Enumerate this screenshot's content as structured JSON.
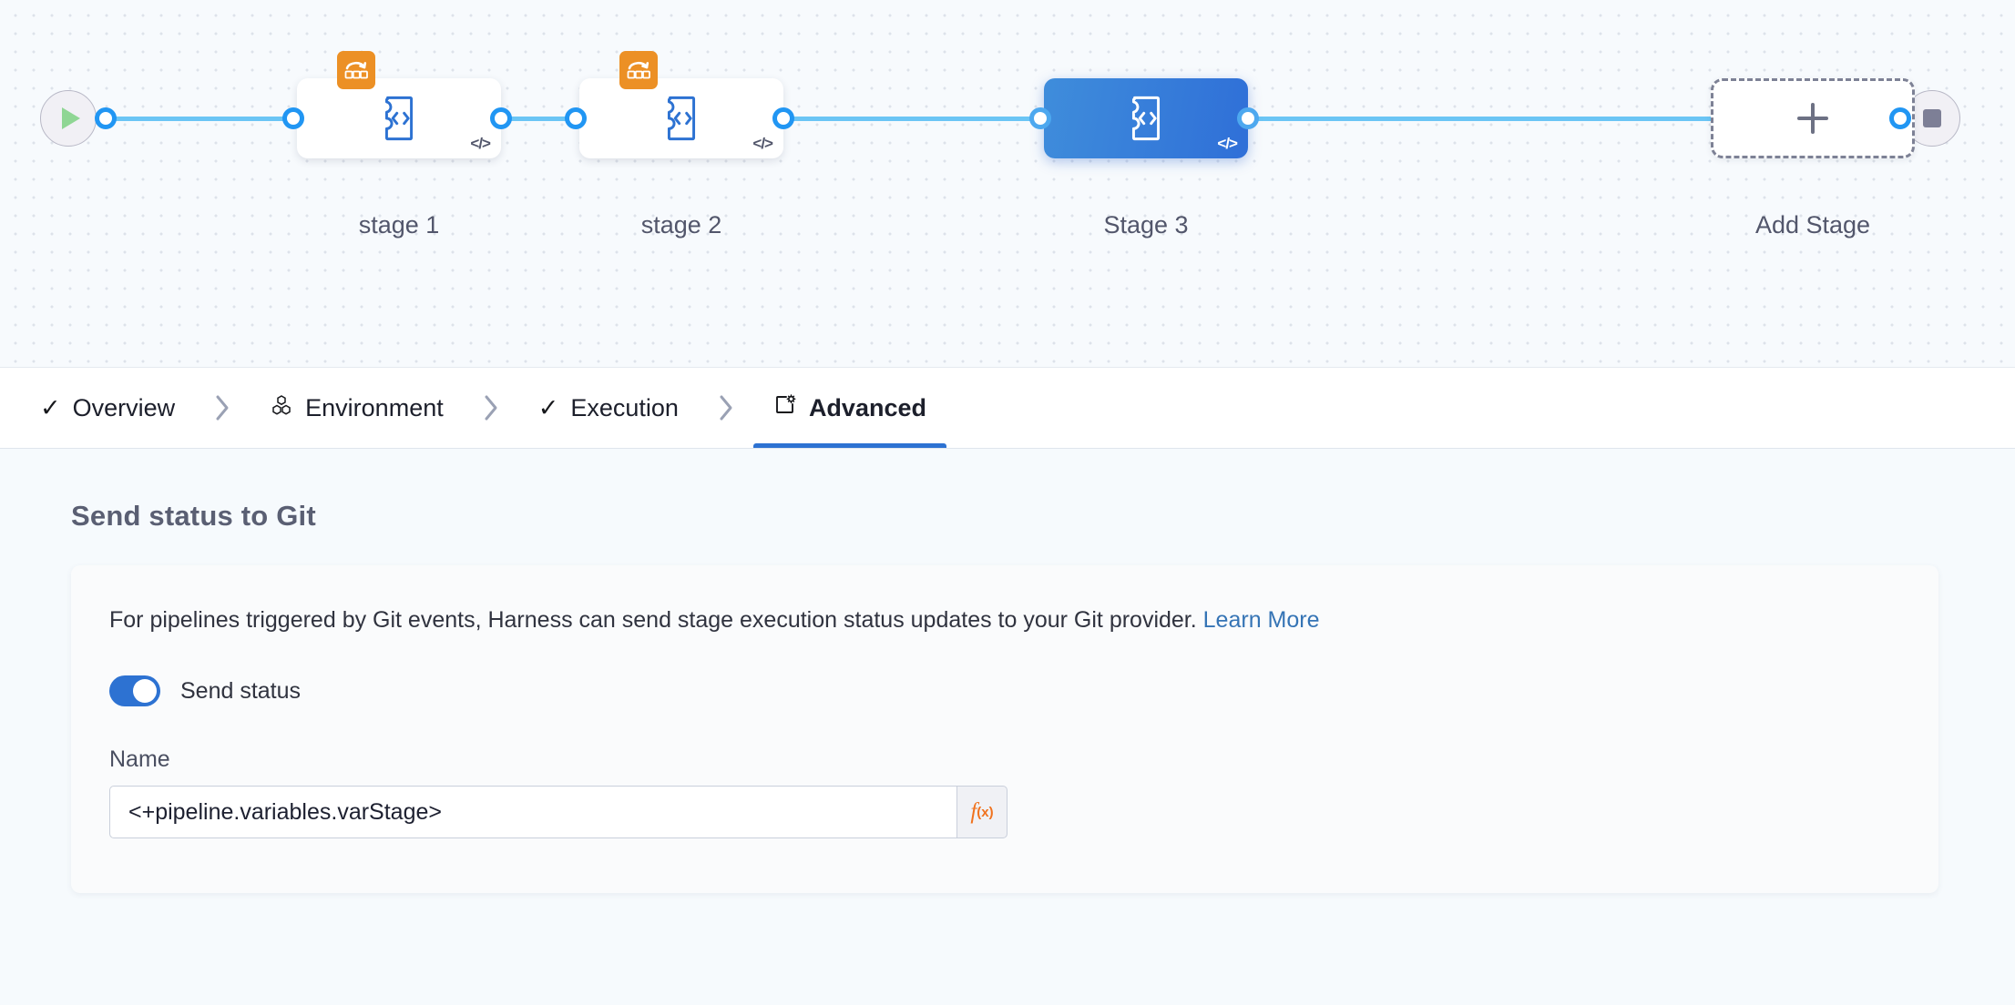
{
  "pipeline": {
    "start_node": {
      "icon": "play-icon",
      "name": "pipeline-start"
    },
    "end_node": {
      "icon": "stop-icon",
      "name": "pipeline-end"
    },
    "stages": [
      {
        "label": "stage 1",
        "icon": "custom-stage-icon",
        "badge_icon": "matrix-strategy-icon",
        "corner_icon": "code-icon",
        "selected": false
      },
      {
        "label": "stage 2",
        "icon": "custom-stage-icon",
        "badge_icon": "matrix-strategy-icon",
        "corner_icon": "code-icon",
        "selected": false
      },
      {
        "label": "Stage 3",
        "icon": "custom-stage-icon",
        "badge_icon": null,
        "corner_icon": "code-icon",
        "selected": true
      }
    ],
    "add_stage": {
      "label": "Add Stage",
      "icon": "plus-icon"
    }
  },
  "tabs": [
    {
      "label": "Overview",
      "icon": "check-icon",
      "active": false
    },
    {
      "label": "Environment",
      "icon": "cluster-icon",
      "active": false
    },
    {
      "label": "Execution",
      "icon": "check-icon",
      "active": false
    },
    {
      "label": "Advanced",
      "icon": "advanced-icon",
      "active": true
    }
  ],
  "tab_separator": "›",
  "main": {
    "section_title": "Send status to Git",
    "description": "For pipelines triggered by Git events, Harness can send stage execution status updates to your Git provider.",
    "learn_more": "Learn More",
    "toggle": {
      "label": "Send status",
      "on": true
    },
    "name_field": {
      "label": "Name",
      "value": "<+pipeline.variables.varStage>",
      "placeholder": "",
      "expression_button": "f",
      "expression_button_sub": "(x)"
    }
  },
  "colors": {
    "accent_blue": "#2d72d2",
    "rail_blue": "#6bc5f5",
    "badge_orange": "#ec9025",
    "fx_orange": "#f0721e",
    "link_blue": "#3574b5",
    "canvas_bg": "#f7fafd",
    "panel_bg": "#f6fafd"
  }
}
